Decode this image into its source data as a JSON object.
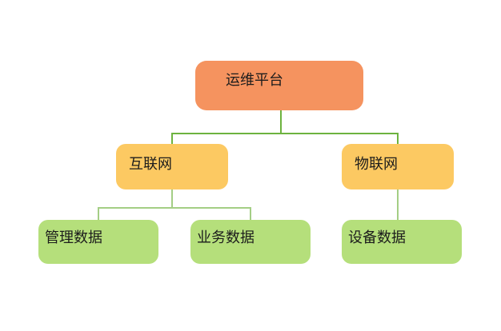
{
  "diagram": {
    "type": "tree-org-chart",
    "nodes": {
      "root": {
        "label": "运维平台",
        "level": 1
      },
      "internet": {
        "label": "互联网",
        "level": 2,
        "parent": "运维平台"
      },
      "iot": {
        "label": "物联网",
        "level": 2,
        "parent": "运维平台"
      },
      "mgmt": {
        "label": "管理数据",
        "level": 3,
        "parent": "互联网"
      },
      "business": {
        "label": "业务数据",
        "level": 3,
        "parent": "互联网"
      },
      "device": {
        "label": "设备数据",
        "level": 3,
        "parent": "物联网"
      }
    },
    "hierarchy": {
      "label": "运维平台",
      "children": [
        {
          "label": "互联网",
          "children": [
            {
              "label": "管理数据"
            },
            {
              "label": "业务数据"
            }
          ]
        },
        {
          "label": "物联网",
          "children": [
            {
              "label": "设备数据"
            }
          ]
        }
      ]
    },
    "colors": {
      "root_fill": "#f5935f",
      "level2_fill": "#fcc962",
      "level3_fill": "#b5df7b",
      "link_primary": "#6db33f",
      "link_secondary": "#a4ce85",
      "text": "#1c1c1c",
      "background": "#ffffff"
    }
  }
}
